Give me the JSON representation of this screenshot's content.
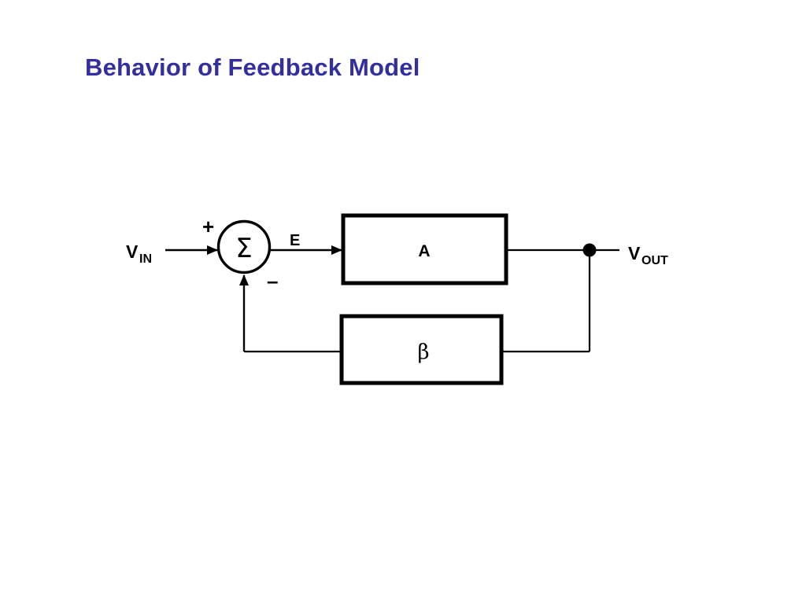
{
  "slide": {
    "title": "Behavior of Feedback Model",
    "title_color": "#332F9E",
    "background_color": "#FFFFFF",
    "line_color": "#000000"
  },
  "diagram": {
    "type": "block-diagram",
    "name": "negative-feedback-control-loop",
    "input_label": {
      "base": "V",
      "subscript": "IN"
    },
    "output_label": {
      "base": "V",
      "subscript": "OUT"
    },
    "summing_junction": {
      "symbol": "Σ",
      "positive_sign": "+",
      "negative_sign": "–"
    },
    "error_label": "E",
    "forward_block": {
      "label": "A"
    },
    "feedback_block": {
      "label": "β"
    },
    "output_node": "junction-dot"
  }
}
